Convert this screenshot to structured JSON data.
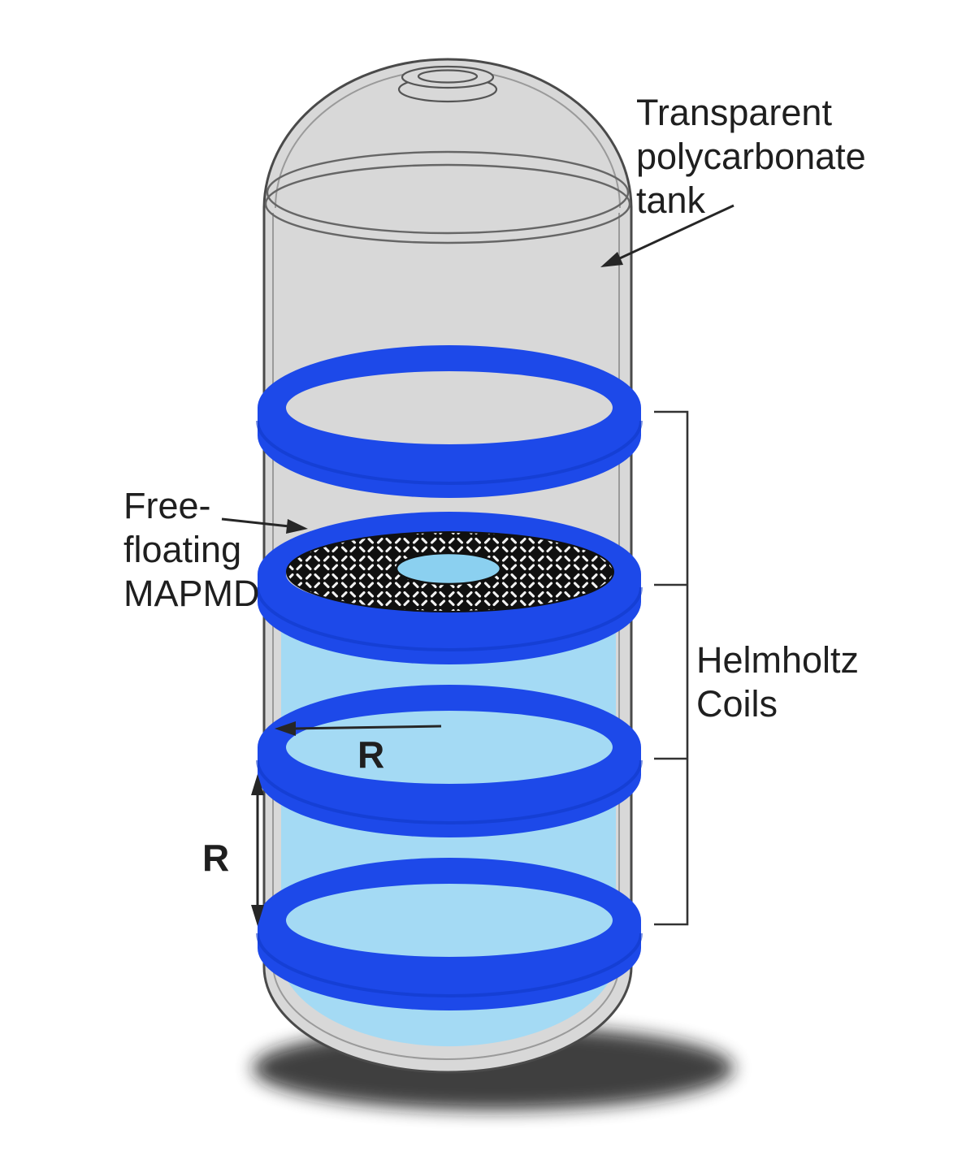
{
  "labels": {
    "tank": {
      "lines": [
        "Transparent",
        "polycarbonate",
        "tank"
      ]
    },
    "free_floating_mapmd": {
      "lines": [
        "Free-",
        "floating",
        "MAPMD"
      ]
    },
    "helmholtz_coils": {
      "lines": [
        "Helmholtz",
        "Coils"
      ]
    },
    "radius_horizontal": "R",
    "radius_vertical": "R"
  },
  "components": {
    "coil_count": 4
  },
  "colors": {
    "coil_blue": "#1d49e9",
    "coil_shade": "#0f36c4",
    "liquid_blue": "#a4daf4",
    "tank_gray": "#d8d8d8",
    "tank_outline": "#4a4a4a",
    "mapmd_center_blue": "#8bd0f0",
    "annotation": "#262626"
  }
}
